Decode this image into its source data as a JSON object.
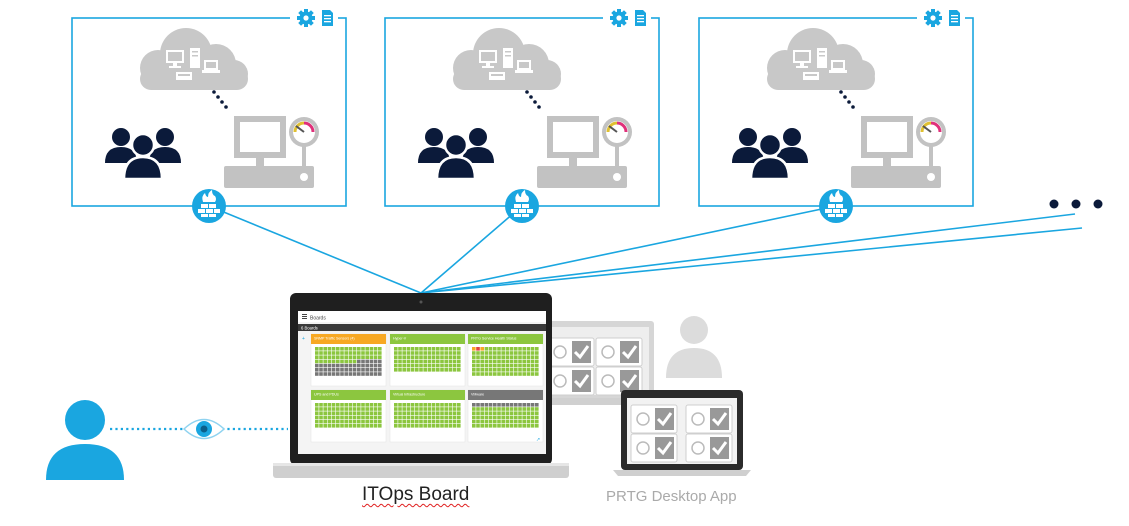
{
  "labels": {
    "itops_board": "ITOps Board",
    "desktop_app": "PRTG Desktop App"
  },
  "screen": {
    "header_title": "Boards",
    "subheader": "6 Boards",
    "tiles": [
      {
        "title": "SNMP Traffic Sensors (4)",
        "status": "warning"
      },
      {
        "title": "Hyper-V",
        "status": "ok"
      },
      {
        "title": "PRTG Service Health Status",
        "status": "ok"
      },
      {
        "title": "UPS and PDUs",
        "status": "ok"
      },
      {
        "title": "Virtual Infrastructure",
        "status": "ok"
      },
      {
        "title": "VMware",
        "status": "paused"
      }
    ]
  },
  "colors": {
    "accent": "#1aa6e0",
    "dark_navy": "#0b1a3a",
    "grey": "#bdbdbd",
    "ok_green": "#8cc63f",
    "warning_orange": "#f7a823",
    "paused_grey": "#777777"
  }
}
